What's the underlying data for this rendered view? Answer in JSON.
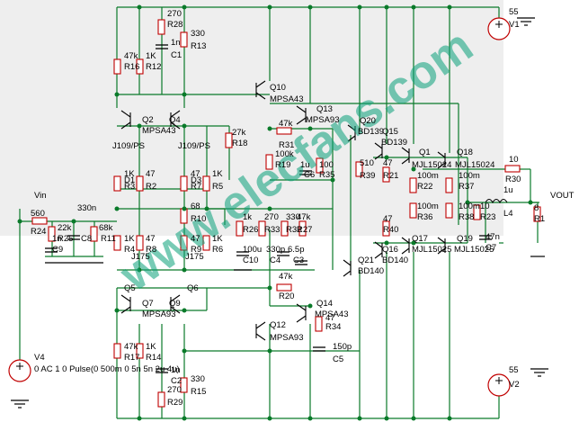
{
  "watermark": "www.elecfans.com",
  "labels": {
    "v1_val": "55",
    "v1_name": "V1",
    "v2_val": "55",
    "v2_name": "V2",
    "r28_val": "270",
    "r28_name": "R28",
    "r13_val": "330",
    "r13_name": "R13",
    "c1_val": "1n",
    "c1_name": "C1",
    "r16_val": "47k",
    "r16_name": "R16",
    "r12_val": "1K",
    "r12_name": "R12",
    "q10_name": "Q10",
    "q10_type": "MPSA43",
    "q13_name": "Q13",
    "q13_type": "MPSA93",
    "q2_name": "Q2",
    "q4_name": "Q4",
    "q24_type": "MPSA43",
    "j109_a": "J109/PS",
    "j109_b": "J109/PS",
    "r18_val": "27k",
    "r18_name": "R18",
    "r31_val": "47k",
    "r31_name": "R31",
    "r19_val": "100k",
    "r19_name": "R19",
    "c6_val": "1u",
    "c6_name": "C6",
    "r35_val": "100",
    "r35_name": "R35",
    "q20_name": "Q20",
    "q20_type": "BD139",
    "q15_name": "Q15",
    "q15_type": "BD139",
    "q1_name": "Q1",
    "q1_type": "MJL15024",
    "q18_name": "Q18",
    "q18_type": "MJL15024",
    "r39_val": "510",
    "r39_name": "R39",
    "r21_val": "47",
    "r21_name": "R21",
    "r22_val": "100m",
    "r22_name": "R22",
    "r37_val": "100m",
    "r37_name": "R37",
    "r30_val": "10",
    "r30_name": "R30",
    "l4_val": "1u",
    "l4_name": "L4",
    "vout": "VOUT",
    "r1_val": "8",
    "r1_name": "R1",
    "r23_val": "10",
    "r23_name": "R23",
    "r36_val": "100m",
    "r36_name": "R36",
    "r38_val": "100m",
    "r38_name": "R38",
    "c7_val": "47n",
    "c7_name": "C7",
    "vin": "Vin",
    "r24_val": "560",
    "r24_name": "R24",
    "r25_val": "22k",
    "r25_name": "R25",
    "c9_val": "1n",
    "c9_name": "C9",
    "c8_val": "330n",
    "c8_name": "C8",
    "r11_val": "68k",
    "r11_name": "R11",
    "r3_val": "1K",
    "r3_name": "R3",
    "r2_val": "47",
    "r2_name": "R2",
    "r7_val": "47",
    "r7_name": "R7",
    "r5_val": "1K",
    "r5_name": "R5",
    "d1": "D1",
    "d3": "D3",
    "r10_val": "68",
    "r10_name": "R10",
    "r4_val": "1K",
    "r4_name": "R4",
    "r8_val": "47",
    "r8_name": "R8",
    "r9_val": "47",
    "r9_name": "R9",
    "r6_val": "1K",
    "r6_name": "R6",
    "j175_a": "J175",
    "j175_b": "J175",
    "r26_val": "1k",
    "r26_name": "R26",
    "r33_val": "270",
    "r33_name": "R33",
    "r32_val": "330",
    "r32_name": "R32",
    "r27_val": "47k",
    "r27_name": "R27",
    "c10_val": "100u",
    "c10_name": "C10",
    "c4_val": "330p",
    "c4_name": "C4",
    "c3_val": "6.5p",
    "c3_name": "C3",
    "r40_val": "47",
    "r40_name": "R40",
    "q16_name": "Q16",
    "q16_type": "BD140",
    "q17_name": "Q17",
    "q17_type": "MJL15025",
    "q19_name": "Q19",
    "q19_type": "MJL15025",
    "q21_name": "Q21",
    "q21_type": "BD140",
    "q5_name": "Q5",
    "q6_name": "Q6",
    "r20_val": "47k",
    "r20_name": "R20",
    "q7_name": "Q7",
    "q9_name": "Q9",
    "q79_type": "MPSA93",
    "q14_name": "Q14",
    "q14_type": "MPSA43",
    "r34_val": "47",
    "r34_name": "R34",
    "q12_name": "Q12",
    "q12_type": "MPSA93",
    "c5_val": "150p",
    "c5_name": "C5",
    "r17_val": "47k",
    "r17_name": "R17",
    "r14_val": "1K",
    "r14_name": "R14",
    "c2_val": "1n",
    "c2_name": "C2",
    "r15_val": "330",
    "r15_name": "R15",
    "r29_val": "270",
    "r29_name": "R29",
    "v4_name": "V4",
    "v4_spec": "0 AC 1 0 Pulse(0 500m 0 5n 5n 2u 4u)"
  }
}
